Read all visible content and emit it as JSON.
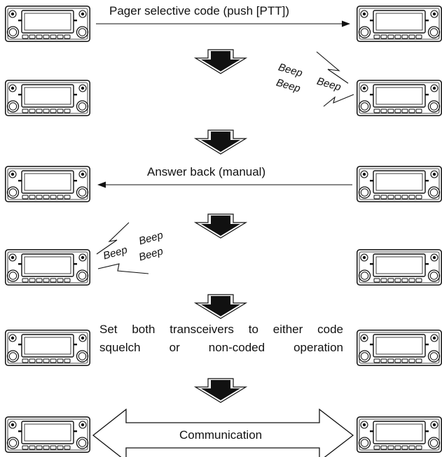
{
  "steps": [
    {
      "label": "Pager selective code (push [PTT])"
    },
    {
      "beeps": [
        "Beep",
        "Beep",
        "Beep"
      ]
    },
    {
      "label": "Answer back (manual)"
    },
    {
      "beeps": [
        "Beep",
        "Beep",
        "Beep"
      ]
    },
    {
      "note_line1": "Set both transceivers to either code",
      "note_line2": "squelch or non-coded operation"
    },
    {
      "label": "Communication"
    }
  ],
  "colors": {
    "ink": "#111111",
    "panel_bg": "#ffffff",
    "block_arrow": "#111111"
  },
  "icons": [
    "transceiver-icon",
    "down-block-arrow-icon",
    "lightning-icon"
  ]
}
